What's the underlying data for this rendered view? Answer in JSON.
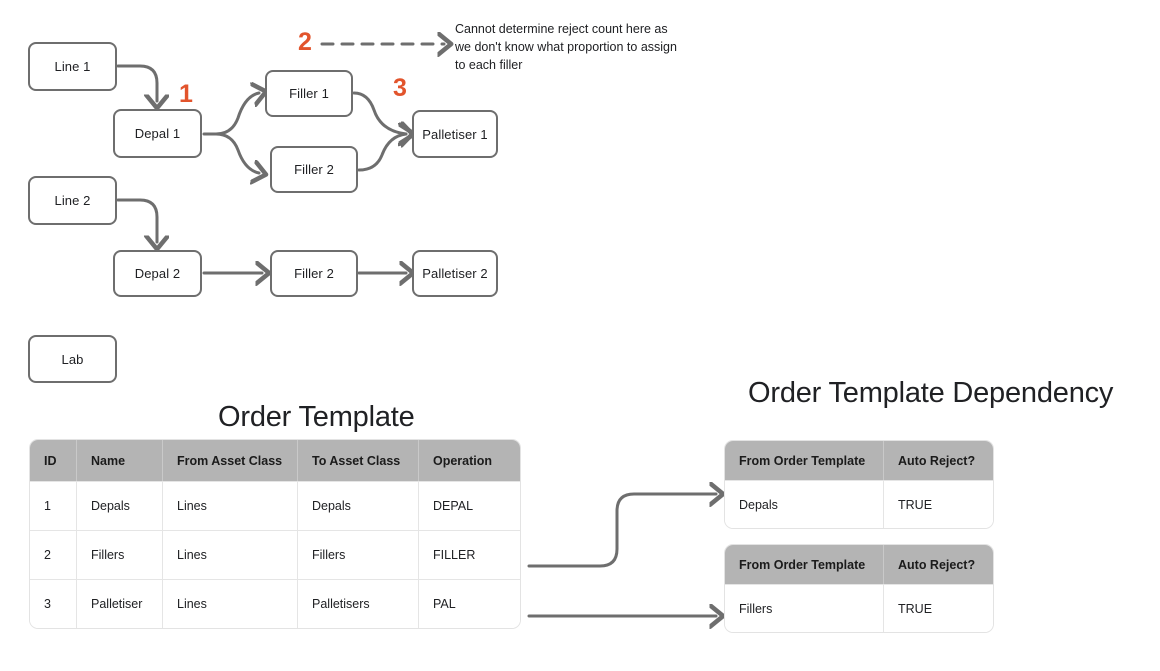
{
  "diagram": {
    "nodes": [
      {
        "id": "line-1",
        "label": "Line 1"
      },
      {
        "id": "depal-1",
        "label": "Depal 1"
      },
      {
        "id": "filler-1",
        "label": "Filler 1"
      },
      {
        "id": "filler-2a",
        "label": "Filler 2"
      },
      {
        "id": "palletiser-1",
        "label": "Palletiser 1"
      },
      {
        "id": "line-2",
        "label": "Line 2"
      },
      {
        "id": "depal-2",
        "label": "Depal 2"
      },
      {
        "id": "filler-2b",
        "label": "Filler 2"
      },
      {
        "id": "palletiser-2",
        "label": "Palletiser 2"
      },
      {
        "id": "lab",
        "label": "Lab"
      }
    ],
    "steps": [
      {
        "id": "step-1",
        "label": "1"
      },
      {
        "id": "step-2",
        "label": "2"
      },
      {
        "id": "step-3",
        "label": "3"
      }
    ],
    "annotation": "Cannot determine reject count here as we don't know what proportion to assign to each filler",
    "accent_color": "#E2542C",
    "line_color": "#6E6E6E"
  },
  "order_template": {
    "title": "Order Template",
    "columns": [
      "ID",
      "Name",
      "From Asset Class",
      "To Asset Class",
      "Operation"
    ],
    "rows": [
      [
        "1",
        "Depals",
        "Lines",
        "Depals",
        "DEPAL"
      ],
      [
        "2",
        "Fillers",
        "Lines",
        "Fillers",
        "FILLER"
      ],
      [
        "3",
        "Palletiser",
        "Lines",
        "Palletisers",
        "PAL"
      ]
    ]
  },
  "order_template_dependency": {
    "title": "Order Template Dependency",
    "tables": [
      {
        "columns": [
          "From Order Template",
          "Auto Reject?"
        ],
        "rows": [
          [
            "Depals",
            "TRUE"
          ]
        ]
      },
      {
        "columns": [
          "From Order Template",
          "Auto Reject?"
        ],
        "rows": [
          [
            "Fillers",
            "TRUE"
          ]
        ]
      }
    ]
  }
}
